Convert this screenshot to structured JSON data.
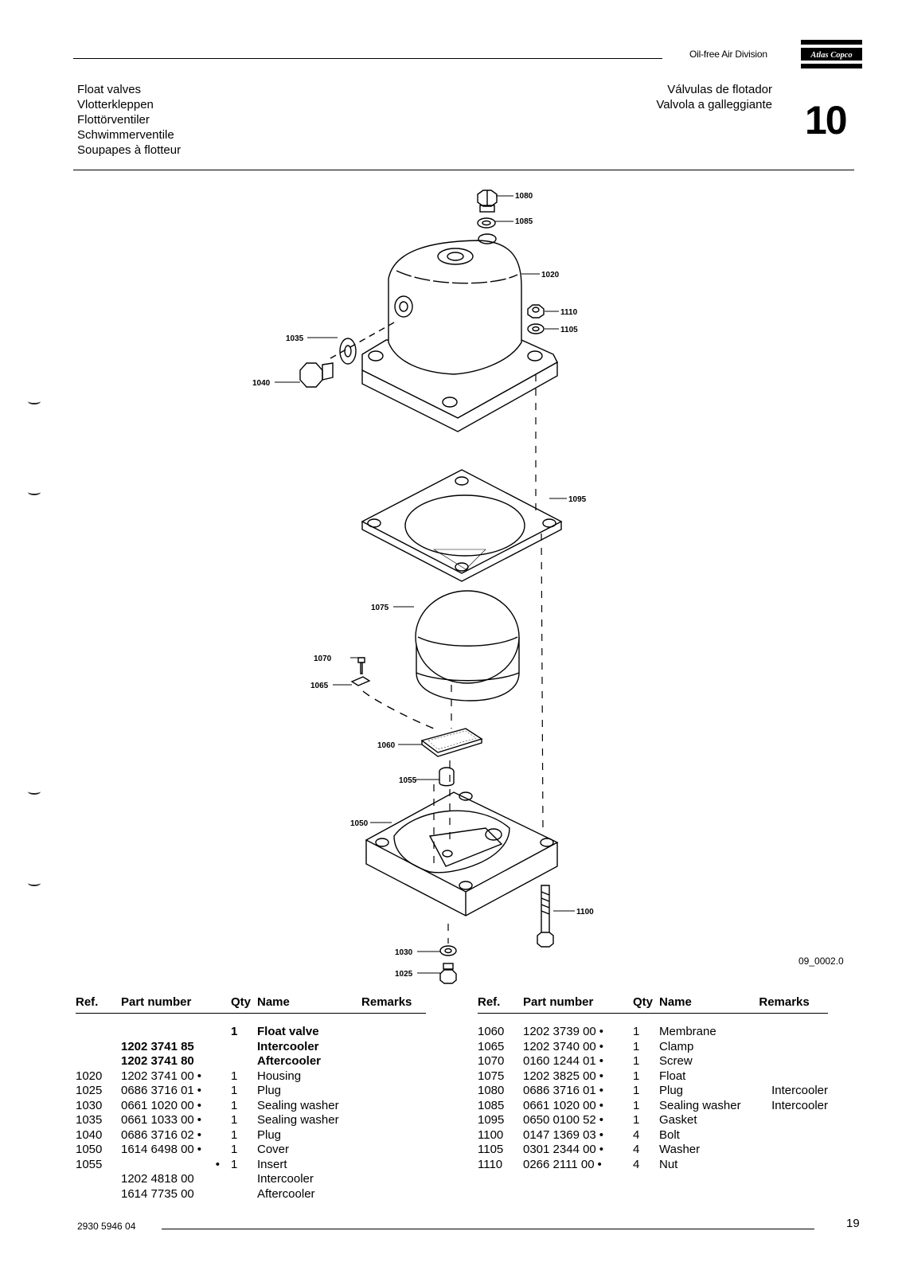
{
  "header": {
    "division": "Oil-free Air Division",
    "brand": "Atlas Copco",
    "section_number": "10",
    "titles_left": [
      "Float valves",
      "Vlotterkleppen",
      "Flottörventiler",
      "Schwimmerventile",
      "Soupapes à flotteur"
    ],
    "titles_right": [
      "Válvulas de flotador",
      "Valvola a galleggiante"
    ]
  },
  "diagram": {
    "callouts": [
      "1080",
      "1085",
      "1020",
      "1110",
      "1105",
      "1035",
      "1040",
      "1095",
      "1075",
      "1070",
      "1065",
      "1060",
      "1055",
      "1050",
      "1100",
      "1030",
      "1025"
    ],
    "drawing_id": "09_0002.0"
  },
  "table": {
    "columns": [
      "Ref.",
      "Part number",
      "Qty",
      "Name",
      "Remarks"
    ],
    "left_rows": [
      {
        "ref": "",
        "part": "",
        "dot": "",
        "qty": "1",
        "name": "Float valve",
        "remarks": "",
        "bold": true
      },
      {
        "ref": "",
        "part": "1202 3741 85",
        "dot": "",
        "qty": "",
        "name": "Intercooler",
        "remarks": "",
        "bold": true
      },
      {
        "ref": "",
        "part": "1202 3741 80",
        "dot": "",
        "qty": "",
        "name": "Aftercooler",
        "remarks": "",
        "bold": true
      },
      {
        "ref": "1020",
        "part": "1202 3741 00",
        "dot": "•",
        "qty": "1",
        "name": "Housing",
        "remarks": ""
      },
      {
        "ref": "1025",
        "part": "0686 3716 01",
        "dot": "•",
        "qty": "1",
        "name": "Plug",
        "remarks": ""
      },
      {
        "ref": "1030",
        "part": "0661 1020 00",
        "dot": "•",
        "qty": "1",
        "name": "Sealing washer",
        "remarks": ""
      },
      {
        "ref": "1035",
        "part": "0661 1033 00",
        "dot": "•",
        "qty": "1",
        "name": "Sealing washer",
        "remarks": ""
      },
      {
        "ref": "1040",
        "part": "0686 3716 02",
        "dot": "•",
        "qty": "1",
        "name": "Plug",
        "remarks": ""
      },
      {
        "ref": "1050",
        "part": "1614 6498 00",
        "dot": "•",
        "qty": "1",
        "name": "Cover",
        "remarks": ""
      },
      {
        "ref": "1055",
        "part": "",
        "dot": "•",
        "qty": "1",
        "name": "Insert",
        "remarks": ""
      },
      {
        "ref": "",
        "part": "1202 4818 00",
        "dot": "",
        "qty": "",
        "name": "Intercooler",
        "remarks": ""
      },
      {
        "ref": "",
        "part": "1614 7735 00",
        "dot": "",
        "qty": "",
        "name": "Aftercooler",
        "remarks": ""
      }
    ],
    "right_rows": [
      {
        "ref": "1060",
        "part": "1202 3739 00",
        "dot": "•",
        "qty": "1",
        "name": "Membrane",
        "remarks": ""
      },
      {
        "ref": "1065",
        "part": "1202 3740 00",
        "dot": "•",
        "qty": "1",
        "name": "Clamp",
        "remarks": ""
      },
      {
        "ref": "1070",
        "part": "0160 1244 01",
        "dot": "•",
        "qty": "1",
        "name": "Screw",
        "remarks": ""
      },
      {
        "ref": "1075",
        "part": "1202 3825 00",
        "dot": "•",
        "qty": "1",
        "name": "Float",
        "remarks": ""
      },
      {
        "ref": "1080",
        "part": "0686 3716 01",
        "dot": "•",
        "qty": "1",
        "name": "Plug",
        "remarks": "Intercooler"
      },
      {
        "ref": "1085",
        "part": "0661 1020 00",
        "dot": "•",
        "qty": "1",
        "name": "Sealing washer",
        "remarks": "Intercooler"
      },
      {
        "ref": "1095",
        "part": "0650 0100 52",
        "dot": "•",
        "qty": "1",
        "name": "Gasket",
        "remarks": ""
      },
      {
        "ref": "1100",
        "part": "0147 1369 03",
        "dot": "•",
        "qty": "4",
        "name": "Bolt",
        "remarks": ""
      },
      {
        "ref": "1105",
        "part": "0301 2344 00",
        "dot": "•",
        "qty": "4",
        "name": "Washer",
        "remarks": ""
      },
      {
        "ref": "1110",
        "part": "0266 2111 00",
        "dot": "•",
        "qty": "4",
        "name": "Nut",
        "remarks": ""
      }
    ]
  },
  "footer": {
    "doc_number": "2930  5946 04",
    "page_number": "19"
  }
}
